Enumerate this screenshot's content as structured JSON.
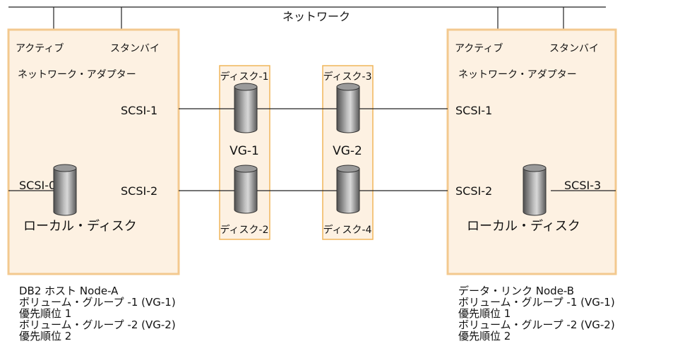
{
  "network_label": "ネットワーク",
  "node_a": {
    "active": "アクティブ",
    "standby": "スタンバイ",
    "adapter": "ネットワーク・アダプター",
    "scsi_top": "SCSI-1",
    "scsi_bottom": "SCSI-2",
    "scsi_local": "SCSI-0",
    "local_disk": "ローカル・ディスク",
    "info": [
      "DB2 ホスト Node-A",
      "ボリューム・グループ -1 (VG-1)",
      "優先順位 1",
      "ボリューム・グループ -2 (VG-2)",
      "優先順位 2"
    ]
  },
  "node_b": {
    "active": "アクティブ",
    "standby": "スタンバイ",
    "adapter": "ネットワーク・アダプター",
    "scsi_top": "SCSI-1",
    "scsi_bottom": "SCSI-2",
    "scsi_local": "SCSI-3",
    "local_disk": "ローカル・ディスク",
    "info": [
      "データ・リンク Node-B",
      "ボリューム・グループ -1 (VG-1)",
      "優先順位 1",
      "ボリューム・グループ -2 (VG-2)",
      "優先順位 2"
    ]
  },
  "vg1": {
    "label": "VG-1",
    "disk_top": "ディスク-1",
    "disk_bottom": "ディスク-2"
  },
  "vg2": {
    "label": "VG-2",
    "disk_top": "ディスク-3",
    "disk_bottom": "ディスク-4"
  },
  "colors": {
    "panel_fill": "#fdf1e2",
    "panel_border": "#f3c98f",
    "vg_border": "#f0b55a",
    "disk_dark": "#5e5e5e",
    "disk_light": "#cfcfcf",
    "disk_top": "#9a9a9a"
  }
}
